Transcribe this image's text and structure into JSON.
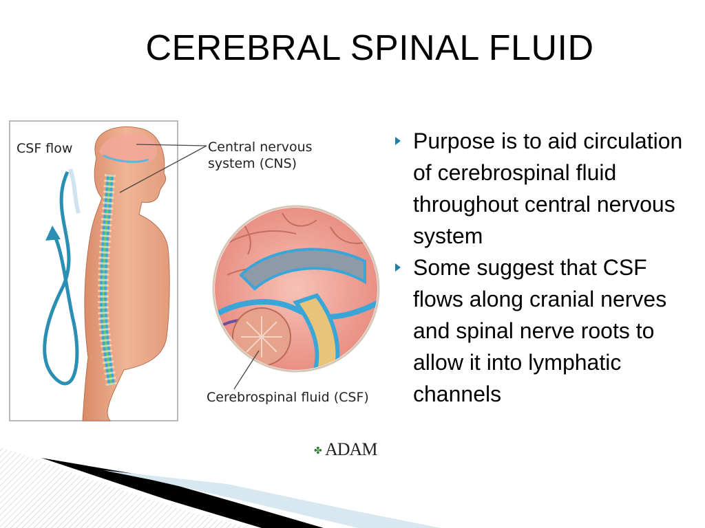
{
  "slide": {
    "title": "CEREBRAL SPINAL FLUID"
  },
  "figure": {
    "label_csf_flow": "CSF flow",
    "label_cns_line1": "Central nervous",
    "label_cns_line2": "system (CNS)",
    "label_csf": "Cerebrospinal fluid (CSF)",
    "logo_text": "ADAM"
  },
  "bullets": [
    {
      "text": "Purpose is to aid circulation of cerebrospinal fluid throughout central nervous system"
    },
    {
      "text": "Some suggest that CSF flows along cranial nerves and spinal nerve roots to allow it into lymphatic channels"
    }
  ],
  "colors": {
    "bullet_marker": "#1f7fa8",
    "csf_blue": "#3aa6d8",
    "skin": "#e8a987",
    "brain_pink": "#f0a49a"
  }
}
